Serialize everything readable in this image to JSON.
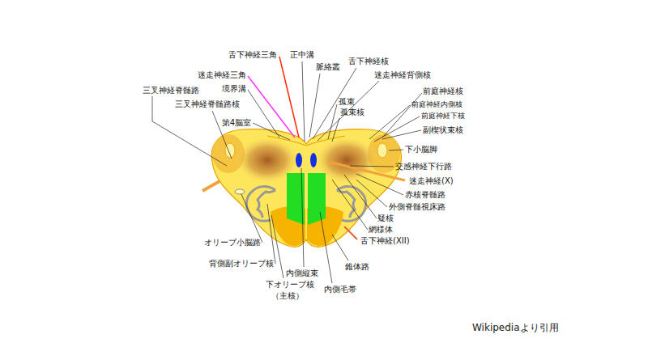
{
  "diagram": {
    "labels": [
      "舌下神経三角",
      "正中溝",
      "脈絡叢",
      "舌下神経核",
      "迷走神経三角",
      "迷走神経背側核",
      "境界溝",
      "前庭神経核",
      "三叉神経脊髄路",
      "孤束",
      "前庭神経内側核",
      "孤束核",
      "三叉神経脊髄路核",
      "前庭神経下核",
      "第4脳室",
      "副楔状束核",
      "下小脳脚",
      "交感神経下行路",
      "迷走神経(X)",
      "赤核脊髄路",
      "外側脊髄視床路",
      "疑核",
      "網様体",
      "舌下神経(XII)",
      "オリーブ小脳路",
      "背側副オリーブ核",
      "錐体路",
      "内側縦束",
      "下オリーブ核",
      "（主核）",
      "内側毛帯",
      "Wikipediaより引用"
    ]
  }
}
